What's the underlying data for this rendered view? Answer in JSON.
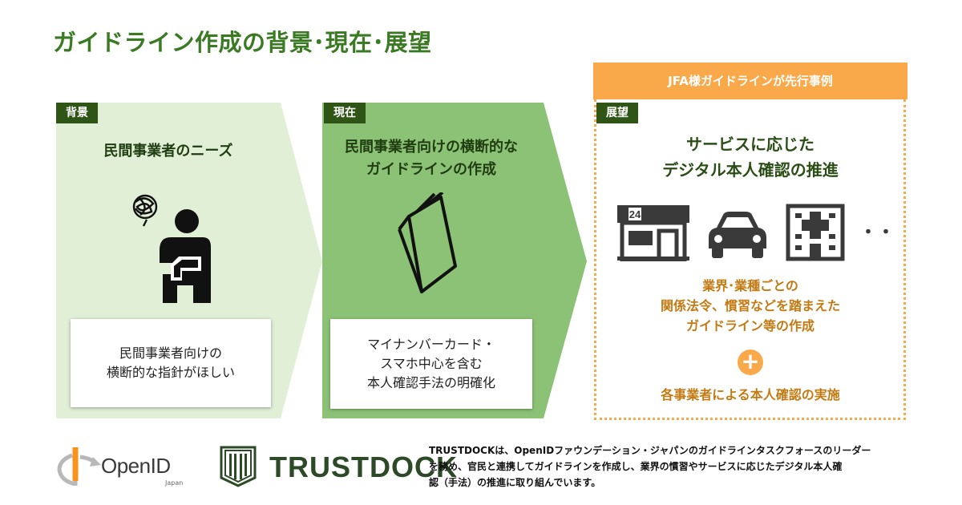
{
  "title": "ガイドライン作成の背景･現在･展望",
  "panels": {
    "background": {
      "tag": "背景",
      "heading": "民間事業者のニーズ",
      "box_lines": [
        "民間事業者向けの",
        "横断的な指針がほしい"
      ]
    },
    "current": {
      "tag": "現在",
      "heading_lines": [
        "民間事業者向けの横断的な",
        "ガイドラインの作成"
      ],
      "box_lines": [
        "マイナンバーカード・",
        "スマホ中心を含む",
        "本人確認手法の明確化"
      ]
    },
    "outlook": {
      "banner": "JFA様ガイドラインが先行事例",
      "tag": "展望",
      "heading_lines": [
        "サービスに応じた",
        "デジタル本人確認の推進"
      ],
      "store_sign": "24",
      "ellipsis": "・・",
      "orange_lines": [
        "業界･業種ごとの",
        "関係法令、慣習などを踏まえた",
        "ガイドライン等の作成"
      ],
      "plus": "+",
      "bottom": "各事業者による本人確認の実施"
    }
  },
  "colors": {
    "title_green": "#3a7a23",
    "panel1_bg": "#e1efd7",
    "panel2_bg": "#8cc276",
    "tag_bg": "#2f5516",
    "orange": "#f9a84a",
    "orange_text": "#c47a12"
  },
  "footer": {
    "openid_logo": "OpenID",
    "openid_sub": "Japan",
    "trustdock_logo": "TRUSTDOCK",
    "description_lines": [
      "TRUSTDOCKは、OpenIDファウンデーション・ジャパンのガイドラインタスクフォースのリーダー",
      "を務め、官民と連携してガイドラインを作成し、業界の慣習やサービスに応じたデジタル本人確",
      "認（手法）の推進に取り組んでいます。"
    ]
  },
  "icons": [
    "confused-person-icon",
    "open-book-icon",
    "convenience-store-icon",
    "car-icon",
    "hospital-icon",
    "plus-icon",
    "openid-logo-icon",
    "trustdock-logo-icon"
  ]
}
